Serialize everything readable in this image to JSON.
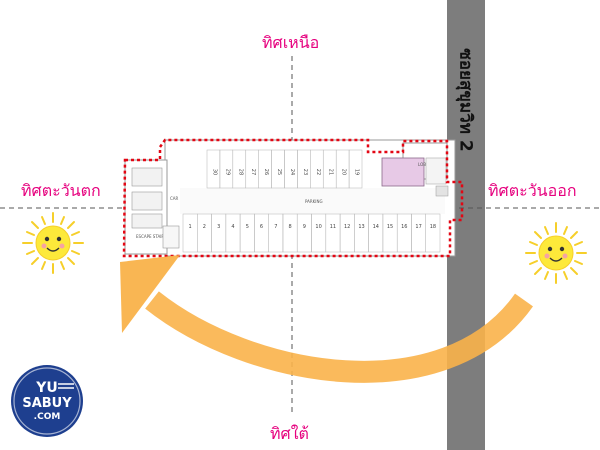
{
  "directions": {
    "north": "ทิศเหนือ",
    "south": "ทิศใต้",
    "west": "ทิศตะวันตก",
    "east": "ทิศตะวันออก"
  },
  "road": {
    "label": "ซอยสุขุมวิท 2"
  },
  "floorplan": {
    "top_spots": [
      "30",
      "29",
      "28",
      "27",
      "26",
      "25",
      "24",
      "23",
      "22",
      "21",
      "20",
      "19"
    ],
    "bottom_spots": [
      "1",
      "2",
      "3",
      "4",
      "5",
      "6",
      "7",
      "8",
      "9",
      "10",
      "11",
      "12",
      "13",
      "14",
      "15",
      "16",
      "17",
      "18"
    ],
    "aisle_label": "PARKING",
    "lobby_label": "LOBBY",
    "lift_label": "CAR LIFT",
    "stair_label": "ESCAPE STAIR"
  },
  "logo": {
    "line1": "YU",
    "line2": "SABUY",
    "line3": ".COM"
  },
  "colors": {
    "direction_text": "#e6007e",
    "dashed_outline": "#e30613",
    "arrow": "#f9b24a",
    "sun_body": "#fde93a",
    "logo_bg": "#1e3f8f"
  }
}
